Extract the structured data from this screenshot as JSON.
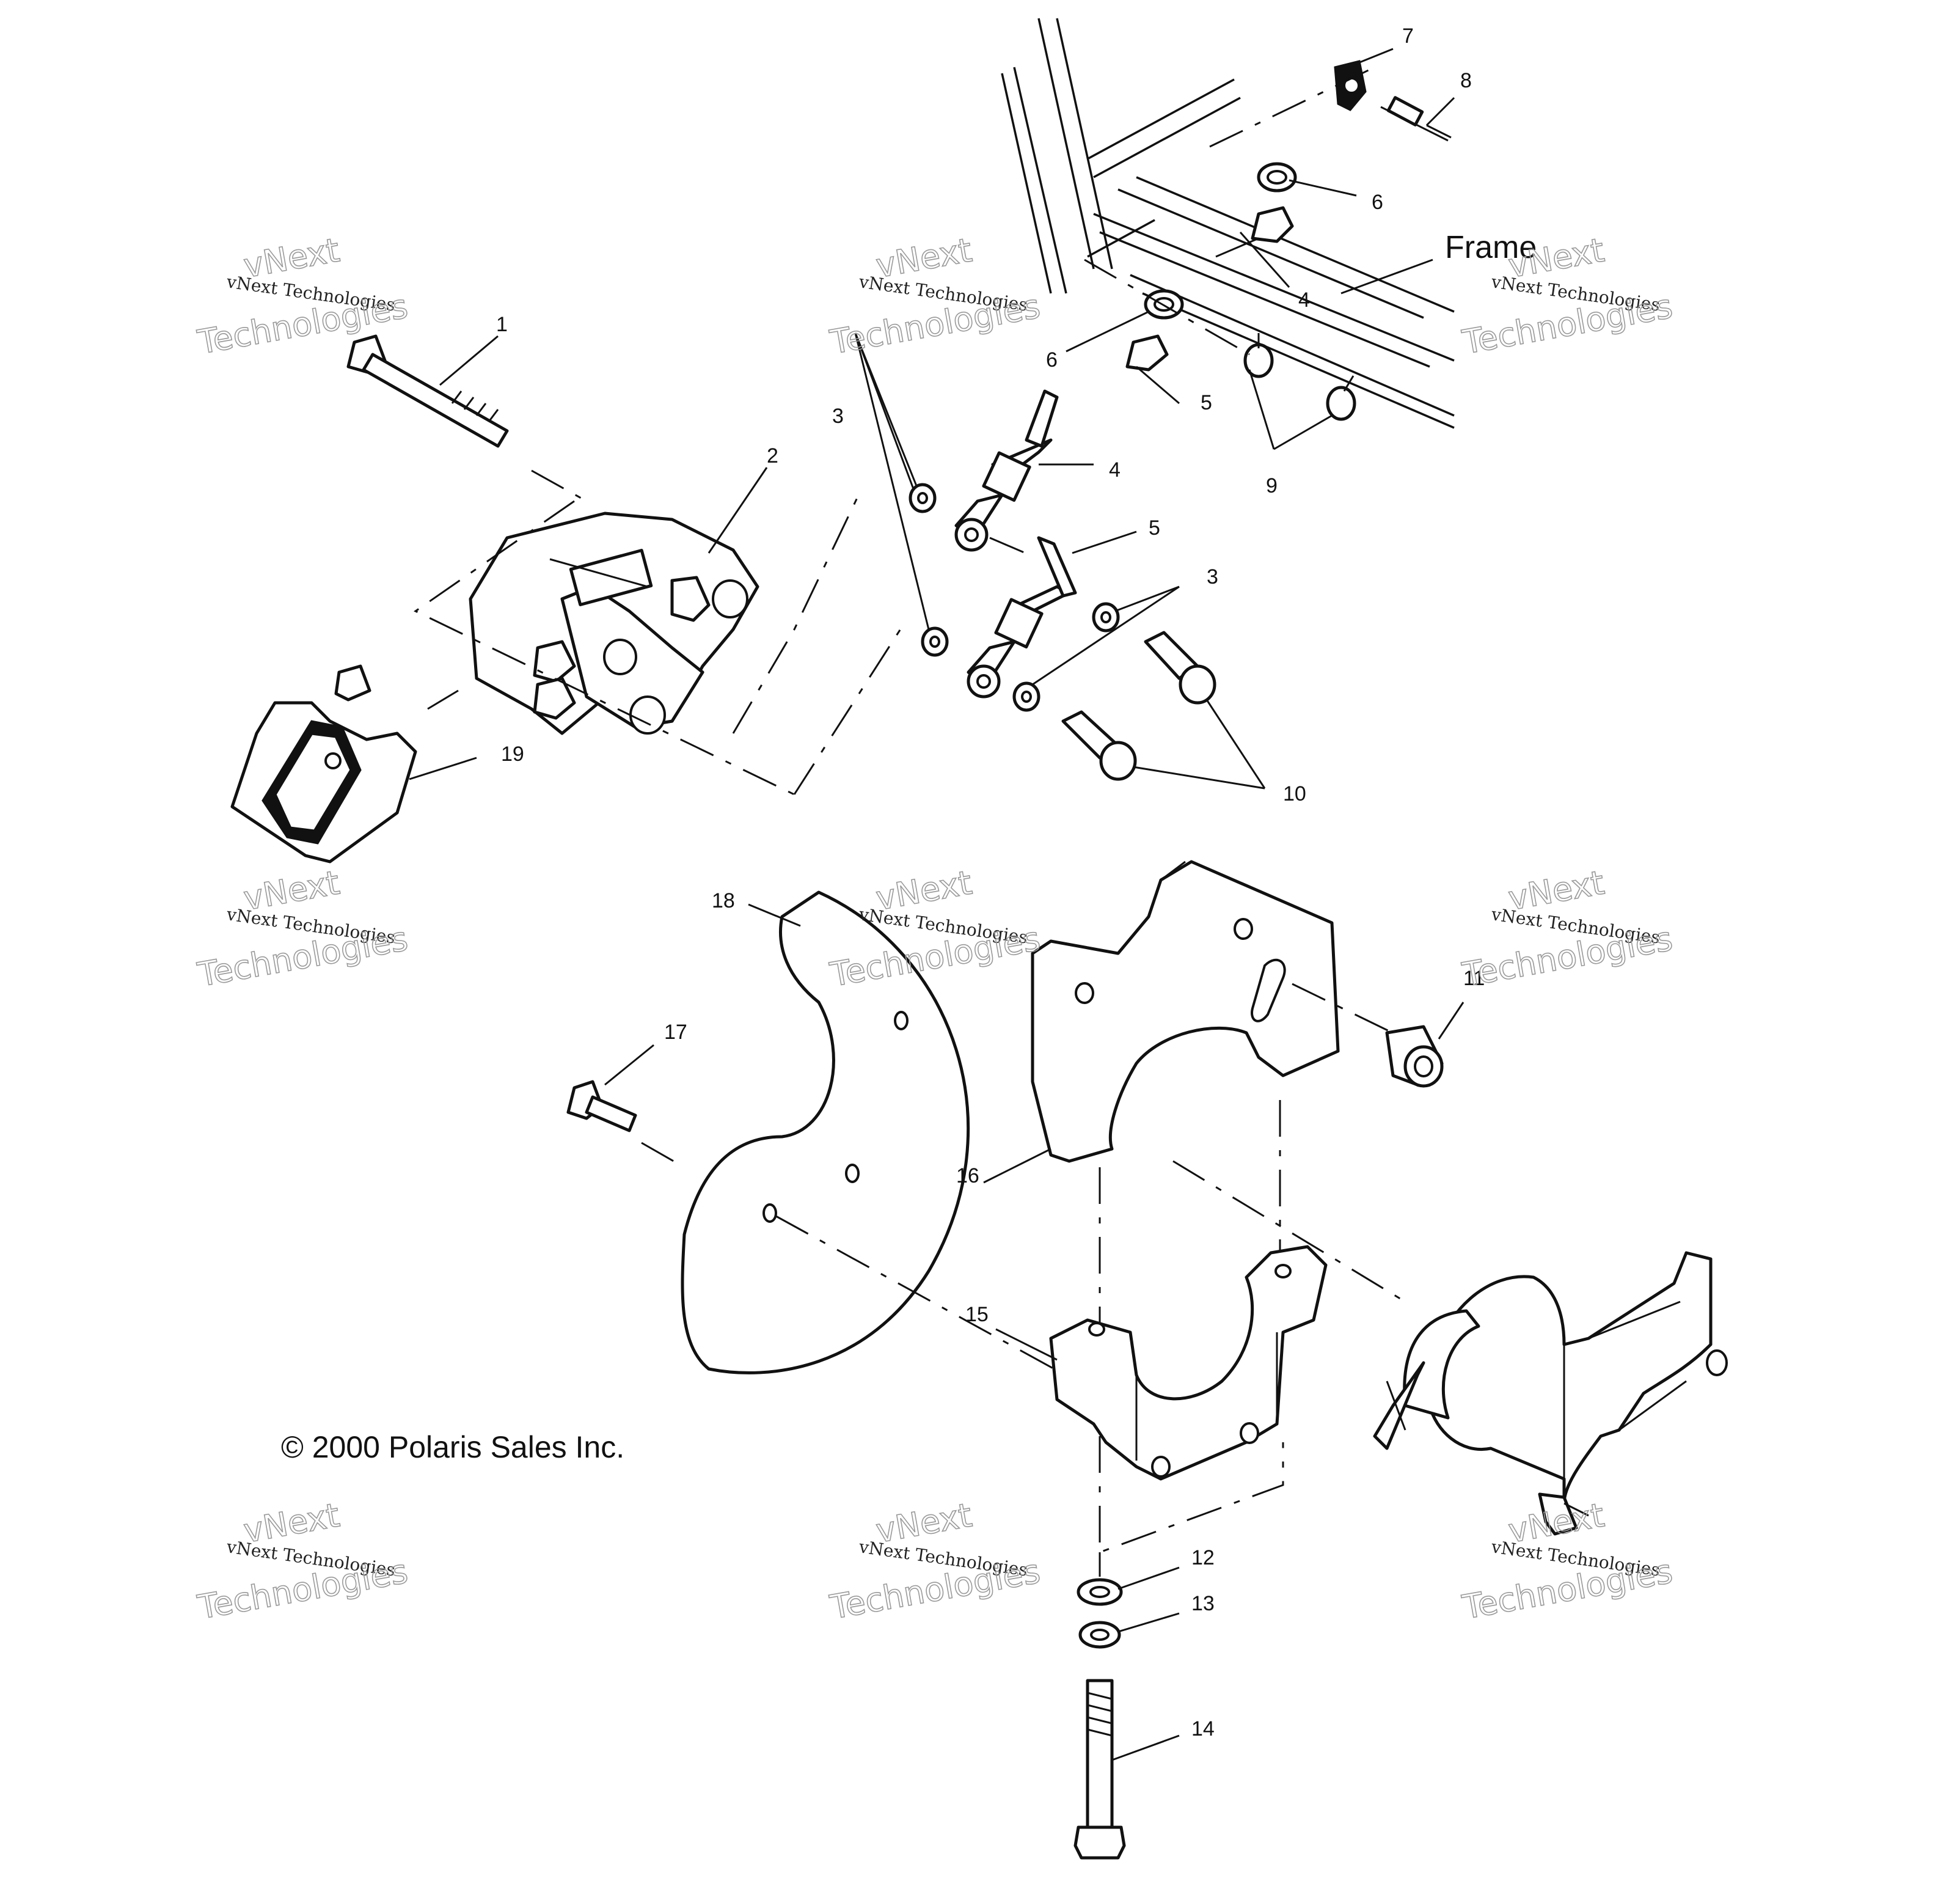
{
  "diagram": {
    "frame_label": "Frame",
    "copyright": "© 2000 Polaris Sales Inc.",
    "watermark": {
      "line1": "vNext Technologies",
      "line2a": "vNext",
      "line2b": "Technologies"
    },
    "callouts": [
      "1",
      "2",
      "3",
      "3",
      "4",
      "4",
      "5",
      "5",
      "6",
      "6",
      "7",
      "8",
      "9",
      "10",
      "11",
      "12",
      "13",
      "14",
      "15",
      "16",
      "17",
      "18",
      "19"
    ]
  }
}
